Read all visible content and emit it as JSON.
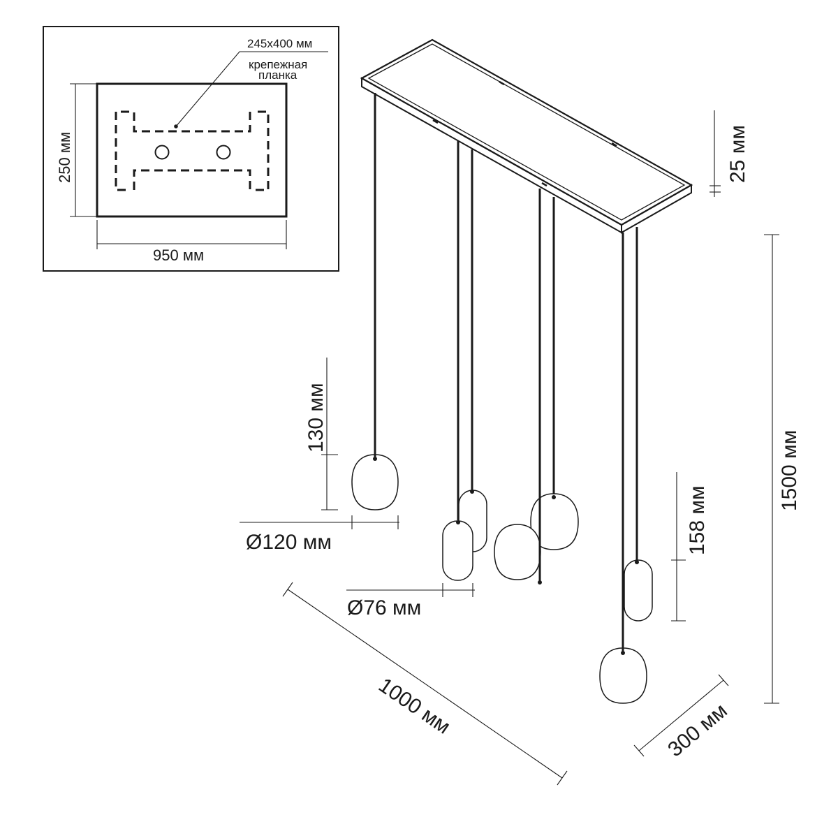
{
  "mount_plate": {
    "size_label": "245x400 мм",
    "name_label_line1": "крепежная",
    "name_label_line2": "планка",
    "height_label": "250 мм",
    "width_label": "950 мм"
  },
  "dimensions": {
    "canopy_thickness": "25 мм",
    "total_height": "1500 мм",
    "length": "1000 мм",
    "depth": "300 мм",
    "large_shade_height": "130 мм",
    "large_shade_diameter": "Ø120 мм",
    "small_shade_height": "158 мм",
    "small_shade_diameter": "Ø76 мм"
  }
}
